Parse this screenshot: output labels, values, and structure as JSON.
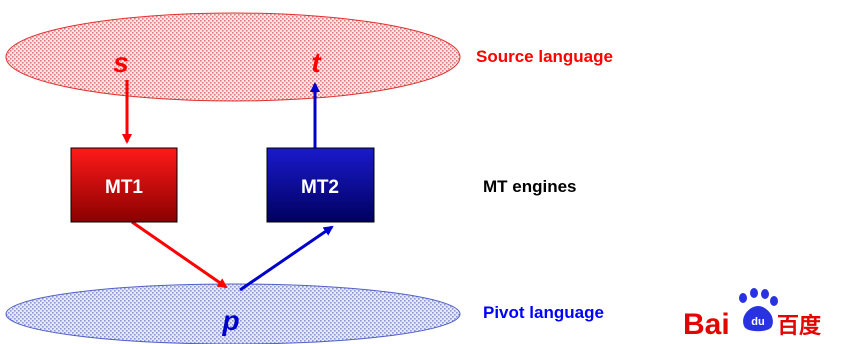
{
  "diagram": {
    "source_symbol": "s",
    "target_symbol": "t",
    "pivot_symbol": "p",
    "engine1": "MT1",
    "engine2": "MT2",
    "source_language_label": "Source language",
    "engines_label": "MT engines",
    "pivot_language_label": "Pivot language"
  },
  "logo": {
    "text": "Bai百度",
    "latin": "Bai",
    "chinese": "百度",
    "badge": "du"
  },
  "colors": {
    "red": "#ff0000",
    "blue": "#0000cc",
    "source_fill": "#f3c0c0",
    "pivot_fill": "#c0c8f0",
    "mt1_fill": "#cc0000",
    "mt2_fill": "#00008b",
    "source_label": "#ff0000",
    "pivot_label": "#0000ff",
    "engines_label": "#000000"
  }
}
